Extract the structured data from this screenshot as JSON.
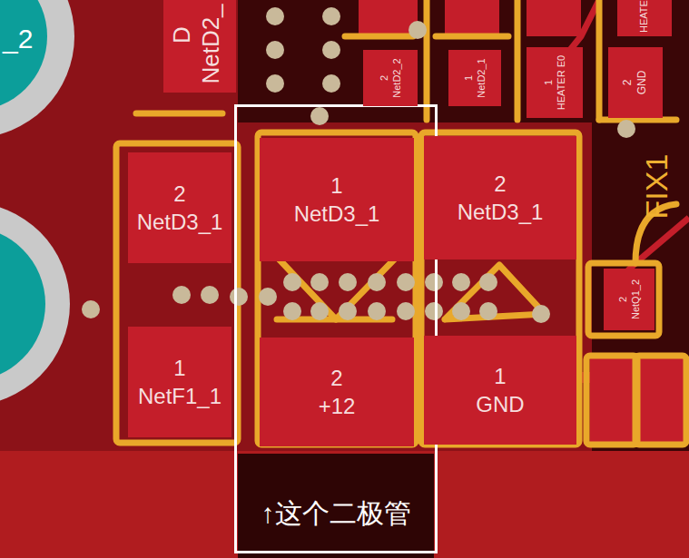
{
  "diagram": {
    "nodes": [
      {
        "text": [
          "2",
          "NetD3_1"
        ]
      },
      {
        "text": [
          "↑这个二极管"
        ]
      },
      {
        "text": [
          "1",
          "NetD3_1"
        ],
        "in": 1
      },
      {
        "text": [
          "2",
          "+12"
        ],
        "in": 1
      },
      {
        "text": [
          "2",
          "NetD3_1"
        ]
      },
      {
        "text": [
          "1",
          "GND"
        ]
      },
      {
        "text": [
          "1",
          "NetF1_1"
        ]
      },
      {
        "text": [
          "2",
          "NetD2_2"
        ]
      },
      {
        "text": [
          "1",
          "NetD2_1"
        ]
      },
      {
        "text": [
          "1",
          "HEATER E0"
        ]
      },
      {
        "text": [
          "2",
          "GND"
        ]
      },
      {
        "text": [
          "2",
          "NetQ1_2"
        ]
      }
    ],
    "labels": [
      "_2",
      "D",
      "NetD2_",
      "HEATE",
      "FIX1"
    ]
  }
}
